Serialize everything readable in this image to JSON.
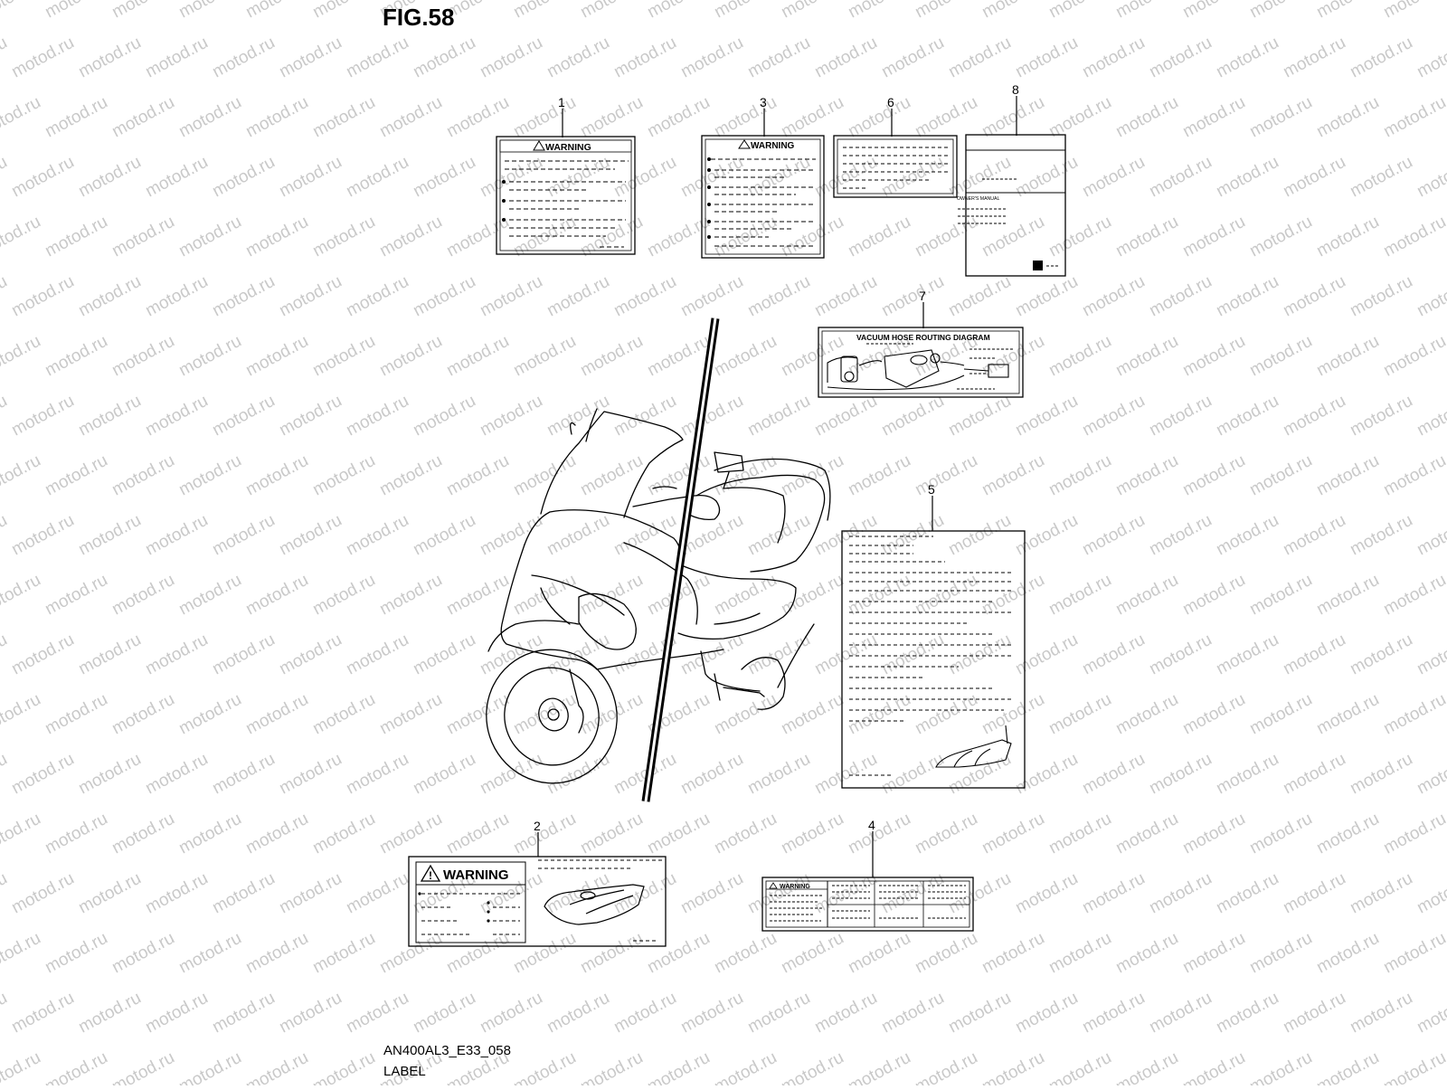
{
  "figure": {
    "title": "FIG.58"
  },
  "footer": {
    "model_code": "AN400AL3_E33_058",
    "caption": "LABEL"
  },
  "watermark": "motod.ru",
  "callouts": [
    "1",
    "2",
    "3",
    "4",
    "5",
    "6",
    "7",
    "8"
  ],
  "labels": {
    "warning_1": "WARNING",
    "warning_3": "WARNING",
    "warning_2": "WARNING",
    "warning_4": "WARNING",
    "vacuum_diagram": "VACUUM HOSE ROUTING DIAGRAM",
    "owners_manual": "OWNER'S MANUAL"
  },
  "colors": {
    "line": "#000000",
    "watermark": "#c9c9c9",
    "background": "#ffffff"
  }
}
